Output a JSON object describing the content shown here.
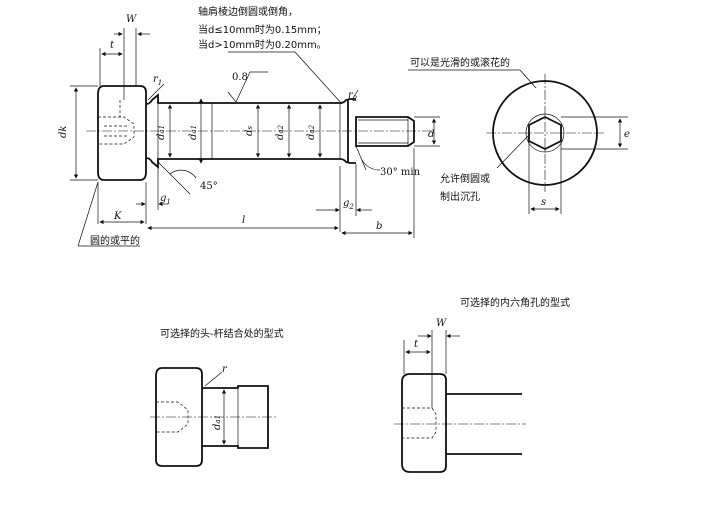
{
  "notes": {
    "chamfer_l1": "轴肩棱边倒圆或倒角，",
    "chamfer_l2": "当d≤10mm时为0.15mm；",
    "chamfer_l3": "当d>10mm时为0.20mm。",
    "knurl": "可以是光滑的或滚花的",
    "allow_l1": "允许倒圆或",
    "allow_l2": "制出沉孔",
    "head_round": "圆的或平的",
    "optional_junction": "可选择的头-杆结合处的型式",
    "optional_hex": "可选择的内六角孔的型式"
  },
  "labels": {
    "r1": "r",
    "r1_sub": "1",
    "r2": "r",
    "r2_sub": "2",
    "roughness": "0.8",
    "dk": "dk",
    "da1": "d",
    "da1_sub": "a1",
    "ds": "d",
    "ds_sub": "s",
    "dc": "d",
    "dc_sub": "a2",
    "d": "d",
    "e": "e",
    "s": "s",
    "t": "t",
    "w": "W",
    "k": "K",
    "l": "l",
    "b": "b",
    "g1": "g",
    "g1_sub": "1",
    "g2": "g",
    "g2_sub": "2",
    "angle45": "45°",
    "angle30": "30° min",
    "bottom_r": "r",
    "bottom_da1": "d",
    "bottom_da1_sub": "a1",
    "bottom_t": "t",
    "bottom_w": "W"
  }
}
